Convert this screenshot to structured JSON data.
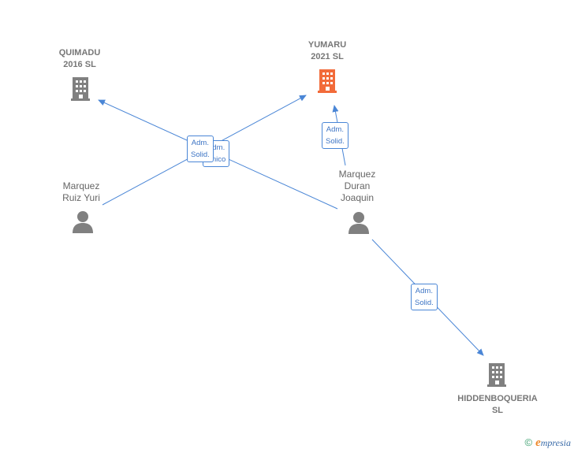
{
  "nodes": {
    "quimadu": {
      "label": "QUIMADU\n2016  SL",
      "icon": "building-icon",
      "color": "#808080"
    },
    "yumaru": {
      "label": "YUMARU\n2021  SL",
      "icon": "building-icon",
      "color": "#f26b3a"
    },
    "marquez_ruiz": {
      "label": "Marquez\nRuiz Yuri",
      "icon": "person-icon",
      "color": "#808080"
    },
    "marquez_duran": {
      "label": "Marquez\nDuran\nJoaquin",
      "icon": "person-icon",
      "color": "#808080"
    },
    "hiddenboqueria": {
      "label": "HIDDENBOQUERIA\nSL",
      "icon": "building-icon",
      "color": "#808080"
    }
  },
  "edges": {
    "ruiz_to_yumaru": "Adm.\nSolid.",
    "duran_to_quimadu": "Adm.\nÚnico",
    "duran_to_yumaru": "Adm.\nSolid.",
    "duran_to_hidden": "Adm.\nSolid."
  },
  "edge_color": "#4a86d6",
  "footer": {
    "copyright": "©",
    "brand_initial": "e",
    "brand_rest": "mpresia"
  }
}
